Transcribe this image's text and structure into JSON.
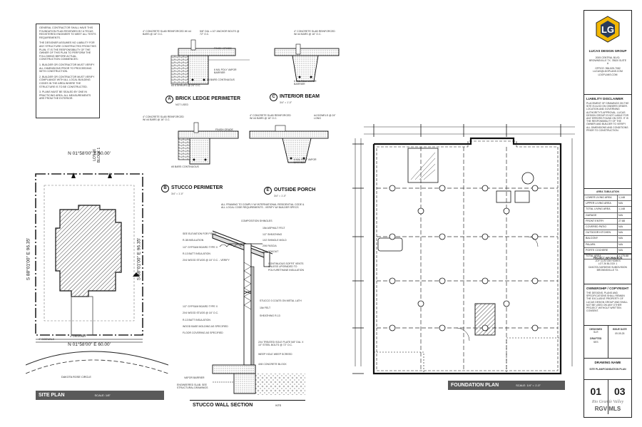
{
  "general_notes": [
    "GENERAL CONTRACTOR SHALL HAVE THIS FOUNDATION PLAN REVIEWED BY A TEXAS REGISTERED ENGINEER TO MEET ALL TESTS REQUIREMENTS.",
    "THE DESIGNER ASSUMES NO LIABILITY FOR ANY STRUCTURE CONSTRUCTED FROM THIS PLAN. IT IS THE RESPONSIBILITY OF THE OWNER OF THIS PLAN TO PERFORM THE FOLLOWING BEFORE ACTUAL CONSTRUCTION COMMENCES:",
    "1. BUILDER OR CONTRACTOR MUST VERIFY ALL DIMENSIONS PRIOR TO PROCEEDING WITH CONSTRUCTION.",
    "2. BUILDER OR CONTRACTOR MUST VERIFY COMPLIANCE WITH ALL LOCAL BUILDING CODES IN THE AREA WHERE THE STRUCTURE IS TO BE CONSTRUCTED.",
    "3. PLANS MUST BE SEALED BY ONE IN PRACTICING AREA. ALL MEASUREMENTS ARE FROM THE EXTERIOR."
  ],
  "site_plan": {
    "label": "SITE PLAN",
    "scale": "SCALE: 1/8\"",
    "north_boundary": "N 01°58'00\" E 60.00'",
    "south_boundary": "N 01°58'00\" E 60.00'",
    "east_boundary": "S 88°01'00\" E 96.35'",
    "west_boundary": "S 88°01'00\" E 96.35'",
    "lot": "LOT 26",
    "block": "BLOCK 1",
    "street": "DAKOTA ROSE CIRCLE",
    "driveway": "4\" DRIVEWAY",
    "sidewalk": "4\" SIDEWALK"
  },
  "details": [
    {
      "letter": "A",
      "title": "BRICK LEDGE PERIMETER",
      "scale": "NOT USED"
    },
    {
      "letter": "C",
      "title": "INTERIOR BEAM",
      "scale": "3/4\" = 1'-0\""
    },
    {
      "letter": "B",
      "title": "STUCCO PERIMETER",
      "scale": "3/4\" = 1'-0\""
    },
    {
      "letter": "E",
      "title": "OUTSIDE PORCH",
      "scale": "3/4\" = 1'-0\""
    }
  ],
  "detail_notes": {
    "slab": "4\" CONCRETE SLAB REINFORCED W/ #4 BARS @ 16\" O.C.",
    "anchor": "5/8\" DIA. x 10\" ANCHOR BOLTS @ 72\" O.C.",
    "finish": "FINISH GRADE",
    "vapor": "6 MIL POLY VAPOR BARRIER",
    "stirrups": "#3 STIRRUPS @ 24\" O.C.",
    "bars": "#5 BARS CONTINUOUS",
    "dowels": "#4 DOWELS @ 24\" LONG"
  },
  "wall_section": {
    "label": "STUCCO WALL SECTION",
    "scale": "NTS",
    "notes_left": [
      "SEE ELEVATION FOR PITCH",
      "R-38 INSULATION",
      "1/2\" GYPSUM BOARD TYPE X",
      "R-13 BATT INSULATION",
      "2X4 WOOD STUDS @ 16\" O.C. - VERIFY",
      "1/2\" GYPSUM BOARD TYPE X",
      "2X4 WOOD STUDS @ 16\" O.C.",
      "R-13 BATT INSULATION",
      "WOOD BASE MOLDING AS SPECIFIED",
      "FLOOR COVERING AS SPECIFIED",
      "VAPOR BARRIER",
      "ENGINEERED SLAB. SEE STRUCTURAL DRAWINGS"
    ],
    "notes_right": [
      "ALL FRAMING TO COMPLY W/ INTERNATIONAL RESIDENTIAL CODE & ALL LOCAL CODE REQUIREMENTS - VERIFY W/ BUILDER SPECS",
      "COMPOSITION SHINGLES",
      "15# ASPHALT FELT",
      "1/2\" SHEATHING",
      "1X2 SHINGLE MOLD",
      "2X6 FASCIA",
      "2X LOOKOUT",
      "CONTINUOUS SOFFIT VENTS UNLESS UPGRADED TO POLYURETHANE INSULATION",
      "STUCCO 3 COATS ON METAL LATH",
      "15# FELT",
      "SHEATHING R-13",
      "2X4 TREATED SOLE PLATE 5/8\" DIA. X 10\" STEEL BOLTS @ 72\" O.C.",
      "WEEP HOLE WEEP SCREED",
      "4X8 CONCRETE BLOCK"
    ]
  },
  "foundation_plan": {
    "label": "FOUNDATION PLAN",
    "scale": "SCALE: 1/4\" = 1'-0\""
  },
  "title_block": {
    "company": "LUCAS DESIGN GROUP",
    "address": "2005 CENTRAL BLVD. BROWNSVILLE TX. 78520 SUITE A",
    "phone": "OFFICE: 956-525-7082",
    "email": "LUCAS@LDGPLANS.COM",
    "web": "LDGPLANS.COM",
    "disclaimer_title": "LIABILITY DISCLAIMER",
    "disclaimer_text": "PLACEMENT OF DRAWINGS ON THE SITE IS ALSO ON OWNERS ORDER. LOCATION AND GOVERNING AUTHORITY'S APPROVAL. LUCAS DESIGN GROUP IS NOT LIABLE FOR ANY ERRORS FOUND ON SITE. IT IS THE RESPONSIBILITY OF THE OWNER AND BUILDER TO VERIFY ALL DIMENSIONS AND CONDITIONS PRIOR TO CONSTRUCTION.",
    "area_title": "AREA TABULATION",
    "area_rows": [
      [
        "LOWER LIVING AREA",
        "1,148"
      ],
      [
        "UPPER LIVING AREA",
        "N/A"
      ],
      [
        "TOTAL LIVING AREA",
        "1,148"
      ],
      [
        "GARAGE",
        "N/A"
      ],
      [
        "FRONT ENTRY",
        "27.88"
      ],
      [
        "COVERED PATIO",
        "N/A"
      ],
      [
        "OUTDOOR KITCHEN",
        "N/A"
      ],
      [
        "BALCONY",
        "N/A"
      ],
      [
        "PALAPA",
        "N/A"
      ],
      [
        "PORTE COCHERE",
        "N/A"
      ],
      [
        "TOTAL AREA",
        "1,175.88"
      ]
    ],
    "project_title": "PROJECT INFORMATION",
    "project_lines": [
      "JOY CUSTOM HOMES",
      "LOT 26 BLOCK 1",
      "DAKOTA GARDENS SUBDIVISION",
      "BROWNSVILLE TX."
    ],
    "ownership_title": "OWNERSHIP / COPYRIGHT",
    "ownership_text": "THE DESIGNS, PLANS AND SPECIFICATIONS SHALL REMAIN THE EXCLUSIVE PROPERTY OF LUCAS DESIGN GROUP AND SHALL NOT BE USED ON ANY OTHER PROJECT WITHOUT WRITTEN CONSENT.",
    "designed_label": "DESIGNED",
    "designed_value": "SLR",
    "drafted_label": "DRAFTED",
    "drafted_value": "SES",
    "issue_label": "ISSUE DATE",
    "issue_value": "09.09.25",
    "drawing_name_label": "DRAWING NAME",
    "drawing_name": "SITE PLAN/FOUNDATION PLAN",
    "sheet_number": "01",
    "sheet_total": "03",
    "watermark": "Rio Grande Valley",
    "mls": "RGV MLS"
  }
}
